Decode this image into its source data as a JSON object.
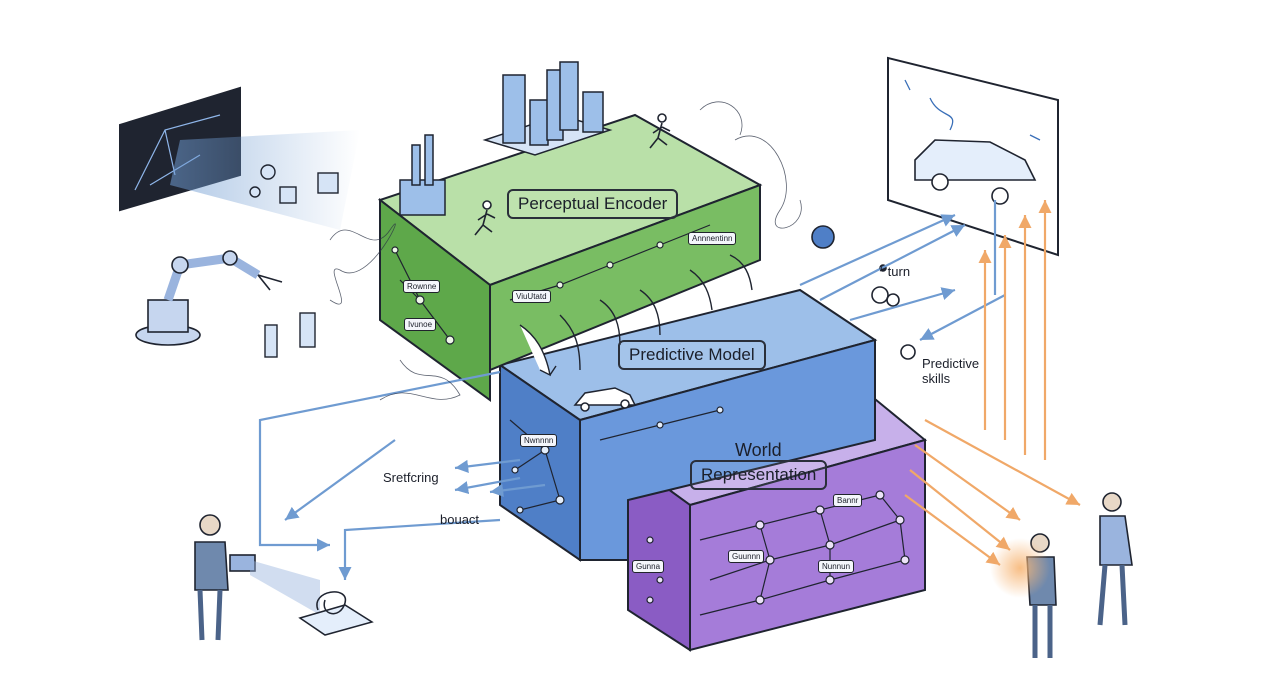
{
  "layers": {
    "perceptual": {
      "label": "Perceptual Encoder",
      "color": "#7fc26a"
    },
    "predictive": {
      "label": "Predictive Model",
      "color": "#5b8fd6"
    },
    "world": {
      "label_line1": "World",
      "label_line2": "Representation",
      "color": "#9b6fd0"
    }
  },
  "annotations": {
    "turn": "* turn",
    "predictive_skills": "Predictive\nskills",
    "sretfcring": "Sretfcring",
    "bouact": "bouact"
  },
  "small_tags": {
    "t1": "Rownne",
    "t2": "Ivunoe",
    "t3": "ViuUtatd",
    "t4": "Annnentinn",
    "t5": "Nwnnnn",
    "t6": "Bannr",
    "t7": "Guunnn",
    "t8": "Gunna",
    "t9": "Nunnun"
  },
  "colors": {
    "ink": "#1f2430",
    "flow_blue": "#6f9bd1",
    "flow_orange": "#f0a868"
  }
}
